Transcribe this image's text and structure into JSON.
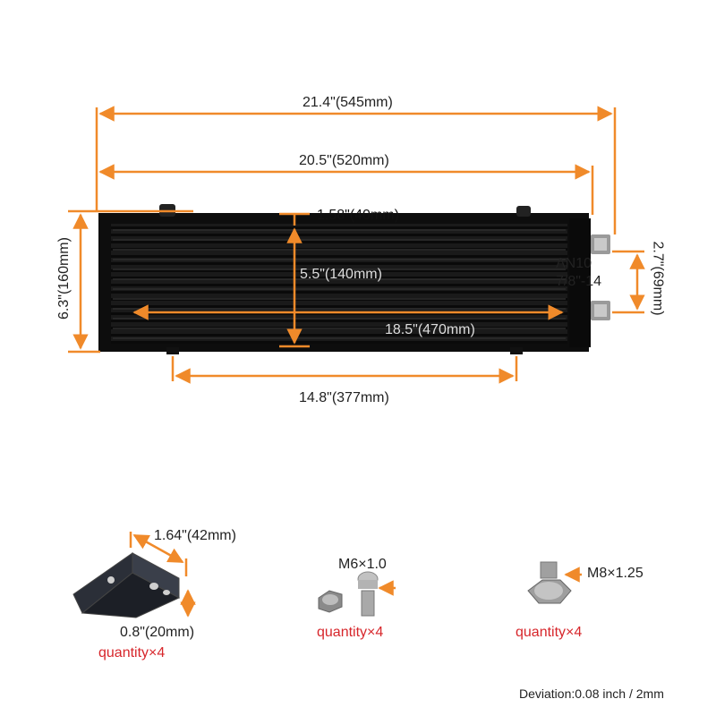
{
  "colors": {
    "dimension_line": "#f08a2a",
    "quantity_text": "#d7262b",
    "cooler_body": "#111111"
  },
  "dimensions": {
    "overall_width": "21.4\"(545mm)",
    "core_width": "20.5\"(520mm)",
    "top_margin": "1.58\"(40mm)",
    "core_height": "5.5\"(140mm)",
    "fin_width": "18.5\"(470mm)",
    "mount_spacing": "14.8\"(377mm)",
    "overall_height": "6.3\"(160mm)",
    "port_spacing": "2.7\"(69mm)"
  },
  "fittings": {
    "line1": "AN10",
    "line2": "7/8\"-14"
  },
  "accessories": {
    "bracket": {
      "size_long": "1.64\"(42mm)",
      "size_short": "0.8\"(20mm)",
      "quantity": "quantity×4"
    },
    "bolt_m6": {
      "spec": "M6×1.0",
      "quantity": "quantity×4"
    },
    "bolt_m8": {
      "spec": "M8×1.25",
      "quantity": "quantity×4"
    }
  },
  "footer": {
    "deviation": "Deviation:0.08 inch / 2mm"
  }
}
